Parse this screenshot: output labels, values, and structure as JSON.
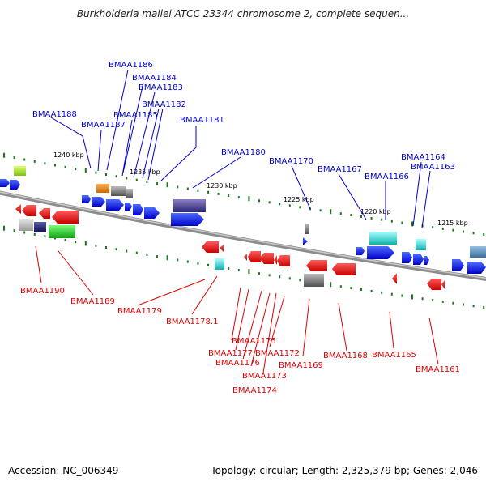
{
  "title": "Burkholderia mallei ATCC 23344 chromosome 2, complete sequen...",
  "footer": {
    "accession": "Accession: NC_006349",
    "summary": "Topology: circular; Length: 2,325,379 bp; Genes: 2,046"
  },
  "colors": {
    "forward_label": "#0000cc",
    "reverse_label": "#dd0000",
    "backbone": "#808080",
    "tick": "#1a7a1a"
  },
  "scale_labels": [
    "1240 kbp",
    "1235 kbp",
    "1230 kbp",
    "1225 kbp",
    "1220 kbp",
    "1215 kbp"
  ],
  "forward_labels": [
    "BMAA1186",
    "BMAA1184",
    "BMAA1183",
    "BMAA1182",
    "BMAA1188",
    "BMAA1185",
    "BMAA1187",
    "BMAA1181",
    "BMAA1180",
    "BMAA1170",
    "BMAA1164",
    "BMAA1167",
    "BMAA1163",
    "BMAA1166"
  ],
  "reverse_labels": [
    "BMAA1190",
    "BMAA1189",
    "BMAA1179",
    "BMAA1178.1",
    "BMAA1175",
    "BMAA1177",
    "BMAA1172",
    "BMAA1176",
    "BMAA1173",
    "BMAA1174",
    "BMAA1169",
    "BMAA1168",
    "BMAA1165",
    "BMAA1161"
  ]
}
